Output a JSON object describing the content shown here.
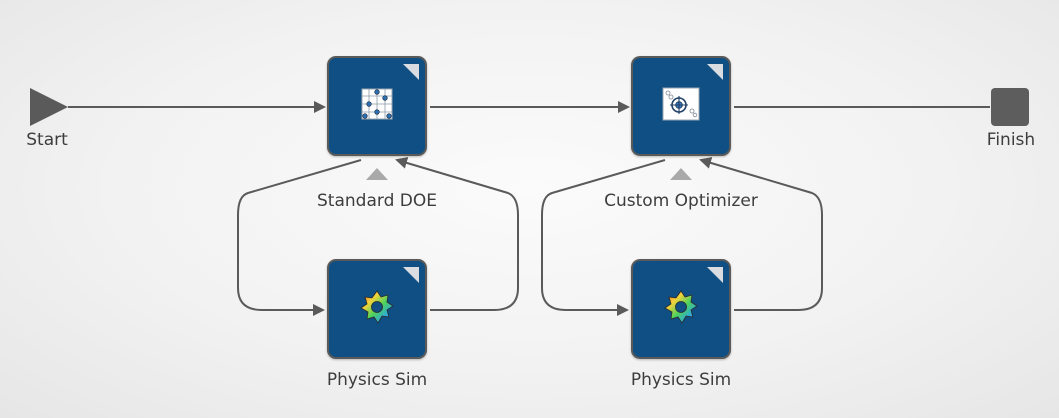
{
  "workflow": {
    "start_label": "Start",
    "finish_label": "Finish"
  },
  "nodes": {
    "doe": {
      "label": "Standard DOE",
      "icon": "doe-grid-icon"
    },
    "optimizer": {
      "label": "Custom Optimizer",
      "icon": "optimizer-target-icon"
    },
    "sim1": {
      "label": "Physics Sim",
      "icon": "physics-sim-gear-icon"
    },
    "sim2": {
      "label": "Physics Sim",
      "icon": "physics-sim-gear-icon"
    }
  },
  "colors": {
    "node_fill": "#0f4f83",
    "node_border": "#5a5a5a",
    "connector": "#5a5a5a",
    "background": "#f2f2f2"
  }
}
